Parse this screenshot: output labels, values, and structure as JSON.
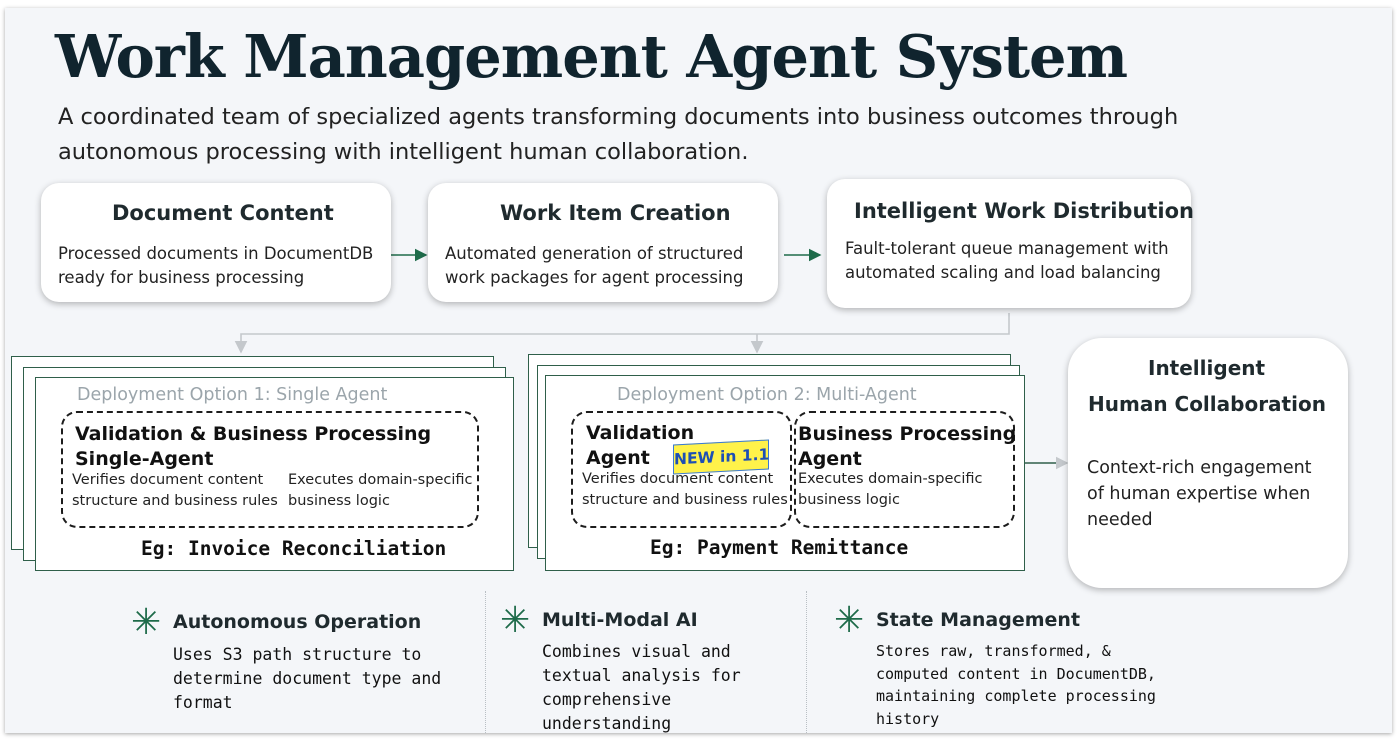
{
  "title": "Work Management Agent System",
  "subtitle": "A coordinated team of specialized agents transforming documents into business outcomes through autonomous processing with intelligent human collaboration.",
  "flow": [
    {
      "title": "Document Content",
      "body": "Processed documents in DocumentDB ready for business processing"
    },
    {
      "title": "Work Item Creation",
      "body": "Automated generation of structured work packages for agent processing"
    },
    {
      "title": "Intelligent Work Distribution",
      "body": "Fault-tolerant queue management with automated scaling and load balancing"
    }
  ],
  "deployments": [
    {
      "label": "Deployment Option 1: Single Agent",
      "agent_title_line1": "Validation & Business Processing",
      "agent_title_line2": "Single-Agent",
      "left_text_line1": "Verifies document content",
      "left_text_line2": "structure and business rules",
      "right_text_line1": "Executes domain-specific",
      "right_text_line2": "business logic",
      "example": "Eg: Invoice Reconciliation"
    },
    {
      "label": "Deployment Option 2: Multi-Agent",
      "agent1_title_line1": "Validation",
      "agent1_title_line2": "Agent",
      "agent1_text_line1": "Verifies document content",
      "agent1_text_line2": "structure and business rules",
      "badge": "NEW in 1.1",
      "agent2_title_line1": "Business Processing",
      "agent2_title_line2": "Agent",
      "agent2_text_line1": "Executes domain-specific",
      "agent2_text_line2": "business logic",
      "example": "Eg: Payment Remittance"
    }
  ],
  "human": {
    "title_line1": "Intelligent",
    "title_line2": "Human Collaboration",
    "body": "Context-rich engagement of human expertise when needed"
  },
  "features": [
    {
      "icon": "asterisk-icon",
      "title": "Autonomous Operation",
      "body": "Uses S3 path structure to determine document type and format"
    },
    {
      "icon": "asterisk-icon",
      "title": "Multi-Modal AI",
      "body": "Combines visual and textual analysis for comprehensive understanding"
    },
    {
      "icon": "asterisk-icon",
      "title": "State Management",
      "body": "Stores raw, transformed, & computed content in DocumentDB, maintaining complete processing history"
    }
  ],
  "colors": {
    "accent": "#1e6b4a",
    "title": "#10242e",
    "badge_bg": "#fff24a",
    "badge_text": "#1d4fb5",
    "muted_label": "#9ba5ab"
  }
}
